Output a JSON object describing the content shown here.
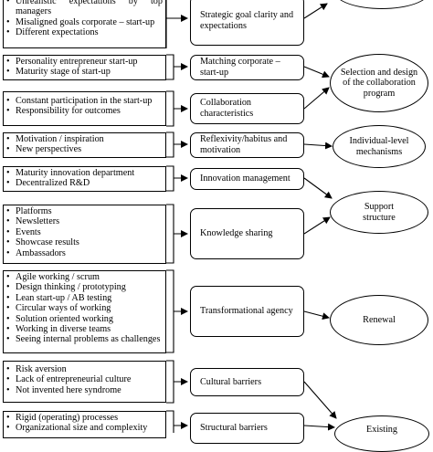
{
  "left_boxes": [
    {
      "items": [
        "Unrealistic expectations by top managers",
        "Misaligned goals corporate – start-up",
        "Different expectations"
      ]
    },
    {
      "items": [
        "Personality entrepreneur start-up",
        "Maturity stage of start-up"
      ]
    },
    {
      "items": [
        "Constant participation in the start-up",
        "Responsibility for outcomes"
      ]
    },
    {
      "items": [
        "Motivation / inspiration",
        "New perspectives"
      ]
    },
    {
      "items": [
        "Maturity innovation department",
        "Decentralized R&D"
      ]
    },
    {
      "items": [
        "Platforms",
        "Newsletters",
        "Events",
        "Showcase results",
        "Ambassadors"
      ]
    },
    {
      "items": [
        "Agile working / scrum",
        "Design thinking / prototyping",
        "Lean start-up / AB testing",
        "Circular ways of working",
        "Solution oriented working",
        "Working in diverse teams",
        "Seeing internal problems as challenges"
      ]
    },
    {
      "items": [
        "Risk aversion",
        "Lack of entrepreneurial culture",
        "Not invented here syndrome"
      ]
    },
    {
      "items": [
        "Rigid (operating) processes",
        "Organizational size and complexity"
      ]
    }
  ],
  "middle_boxes": [
    "Strategic goal clarity and expectations",
    "Matching corporate – start-up",
    "Collaboration characteristics",
    "Reflexivity/habitus and motivation",
    "Innovation management",
    "Knowledge sharing",
    "Transformational agency",
    "Cultural barriers",
    "Structural barriers"
  ],
  "outcomes": [
    "",
    "Selection and design of the collaboration program",
    "Individual-level mechanisms",
    "Support structure",
    "Renewal",
    "Existing"
  ]
}
